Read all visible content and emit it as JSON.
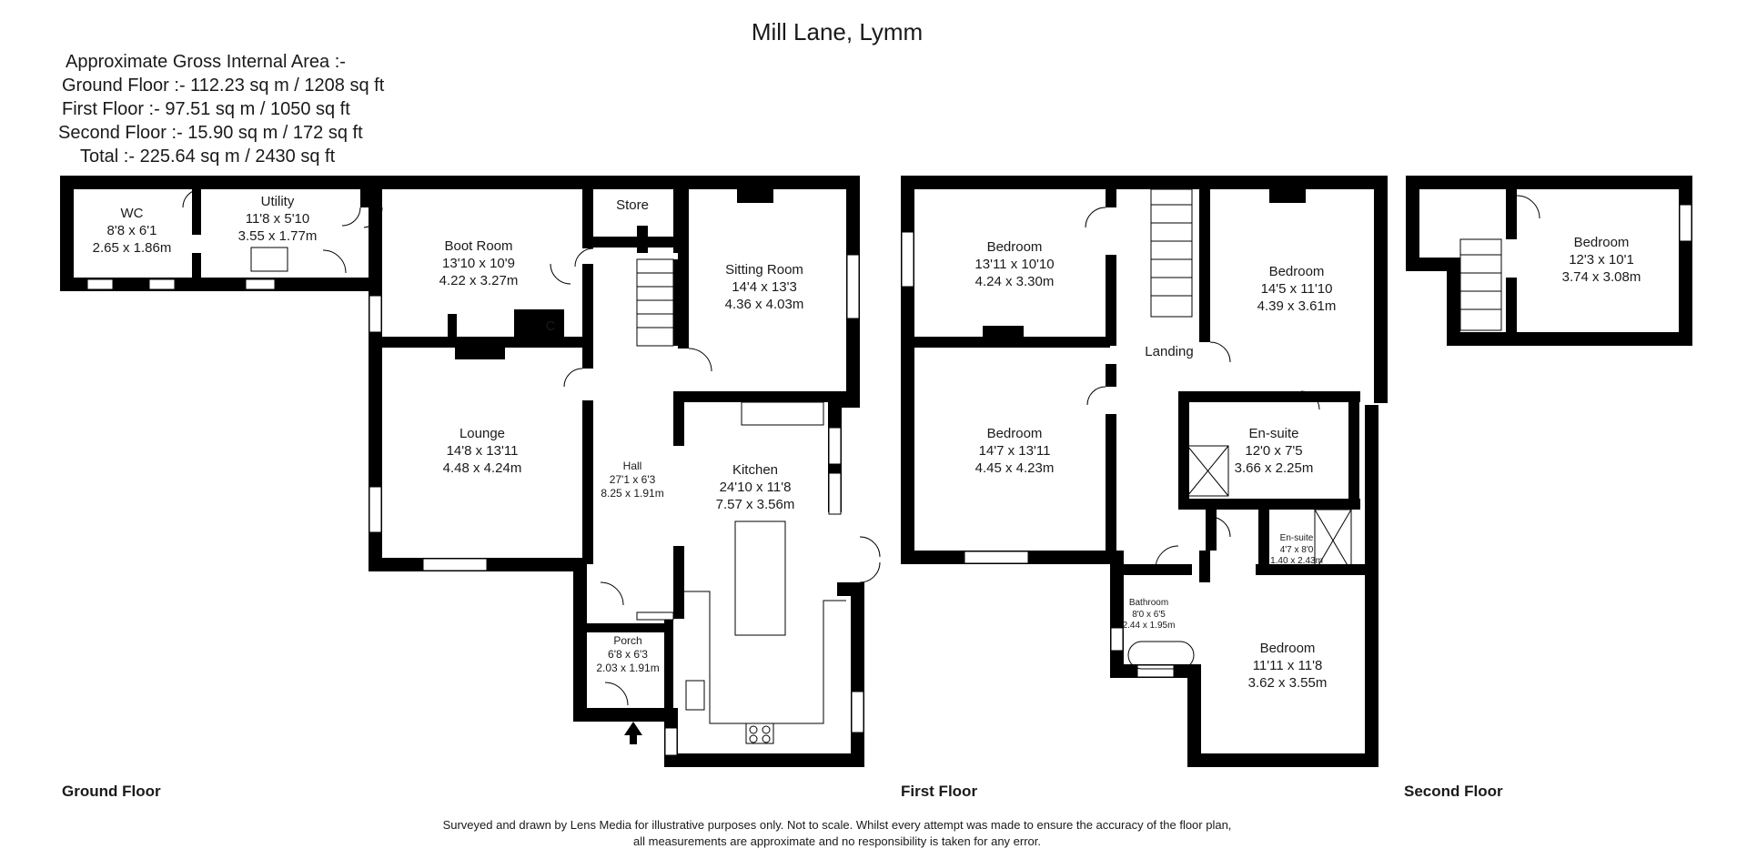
{
  "title": "Mill Lane, Lymm",
  "areas": {
    "heading": "Approximate Gross Internal Area :-",
    "ground": "Ground Floor :- 112.23 sq m / 1208 sq ft",
    "first": "First Floor :- 97.51 sq m / 1050 sq ft",
    "second": "Second Floor :- 15.90 sq m / 172 sq ft",
    "total": "Total :- 225.64 sq m / 2430 sq ft"
  },
  "floors": {
    "ground": "Ground Floor",
    "first": "First Floor",
    "second": "Second Floor"
  },
  "rooms": {
    "wc": {
      "name": "WC",
      "imperial": "8'8 x 6'1",
      "metric": "2.65 x 1.86m"
    },
    "utility": {
      "name": "Utility",
      "imperial": "11'8 x 5'10",
      "metric": "3.55 x 1.77m"
    },
    "boot_room": {
      "name": "Boot Room",
      "imperial": "13'10 x 10'9",
      "metric": "4.22 x 3.27m"
    },
    "store": {
      "name": "Store"
    },
    "cupboard": {
      "name": "C"
    },
    "sitting_room": {
      "name": "Sitting Room",
      "imperial": "14'4 x 13'3",
      "metric": "4.36 x 4.03m"
    },
    "lounge": {
      "name": "Lounge",
      "imperial": "14'8 x 13'11",
      "metric": "4.48 x 4.24m"
    },
    "hall": {
      "name": "Hall",
      "imperial": "27'1 x 6'3",
      "metric": "8.25 x 1.91m"
    },
    "kitchen": {
      "name": "Kitchen",
      "imperial": "24'10 x 11'8",
      "metric": "7.57 x 3.56m"
    },
    "porch": {
      "name": "Porch",
      "imperial": "6'8 x 6'3",
      "metric": "2.03 x 1.91m"
    },
    "bedroom1": {
      "name": "Bedroom",
      "imperial": "13'11 x 10'10",
      "metric": "4.24 x 3.30m"
    },
    "bedroom2": {
      "name": "Bedroom",
      "imperial": "14'5 x 11'10",
      "metric": "4.39 x 3.61m"
    },
    "landing": {
      "name": "Landing"
    },
    "bedroom3": {
      "name": "Bedroom",
      "imperial": "14'7 x 13'11",
      "metric": "4.45 x 4.23m"
    },
    "ensuite1": {
      "name": "En-suite",
      "imperial": "12'0 x 7'5",
      "metric": "3.66 x 2.25m"
    },
    "ensuite2": {
      "name": "En-suite",
      "imperial": "4'7 x 8'0",
      "metric": "1.40 x 2.43m"
    },
    "bathroom": {
      "name": "Bathroom",
      "imperial": "8'0 x 6'5",
      "metric": "2.44 x 1.95m"
    },
    "bedroom4": {
      "name": "Bedroom",
      "imperial": "11'11 x 11'8",
      "metric": "3.62 x 3.55m"
    },
    "bedroom5": {
      "name": "Bedroom",
      "imperial": "12'3 x 10'1",
      "metric": "3.74 x 3.08m"
    }
  },
  "disclaimer": {
    "line1": "Surveyed and drawn by Lens Media for illustrative purposes only. Not to scale. Whilst every attempt was made to ensure the accuracy of the floor plan,",
    "line2": "all measurements are approximate and no responsibility is taken for any error."
  }
}
